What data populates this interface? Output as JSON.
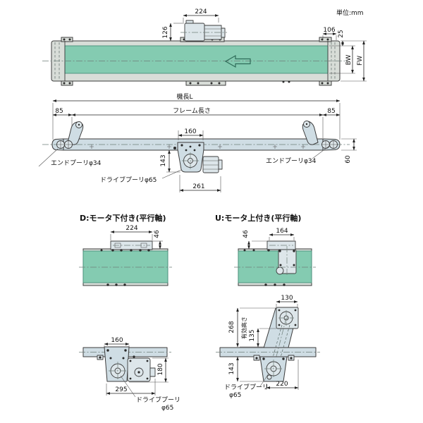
{
  "meta": {
    "units": "単位:mm"
  },
  "colors": {
    "belt_green": "#84cbb1",
    "part_blue": "#cfdde4",
    "frame_gray": "#d8ddd8",
    "line": "#3c3c3c"
  },
  "top_view": {
    "dim_motor_length": "224",
    "dim_motor_height": "126",
    "dim_end_unit": "106",
    "dim_flange": "25",
    "dim_belt_width": "BW",
    "dim_frame_width": "FW"
  },
  "side_view": {
    "dim_machine_length": "機長L",
    "dim_frame_length": "フレーム長さ",
    "dim_end_left": "85",
    "dim_end_right": "85",
    "dim_drive_width": "160",
    "dim_drive_height": "143",
    "dim_drive_length": "261",
    "dim_frame_height": "60",
    "lbl_end_pulley_left": "エンドプーリφ34",
    "lbl_end_pulley_right": "エンドプーリφ34",
    "lbl_drive_pulley": "ドライブプーリφ65"
  },
  "variant_d": {
    "title": "D:モータ下付き(平行軸)",
    "dim_motor_length": "224",
    "dim_motor_height": "46",
    "dim_bracket_width": "160",
    "dim_unit_height": "180",
    "dim_unit_length": "295",
    "lbl_drive_pulley_1": "ドライブプーリ",
    "lbl_drive_pulley_2": "φ65"
  },
  "variant_u": {
    "title": "U:モータ上付き(平行軸)",
    "dim_motor_length": "164",
    "dim_motor_height": "46",
    "dim_motor_width": "130",
    "dim_overall_height": "268",
    "lbl_effective_height": "有効高さ",
    "dim_effective_height": "135",
    "dim_drive_height": "143",
    "dim_unit_length": "220",
    "lbl_drive_pulley_1": "ドライブプーリ",
    "lbl_drive_pulley_2": "φ65"
  }
}
